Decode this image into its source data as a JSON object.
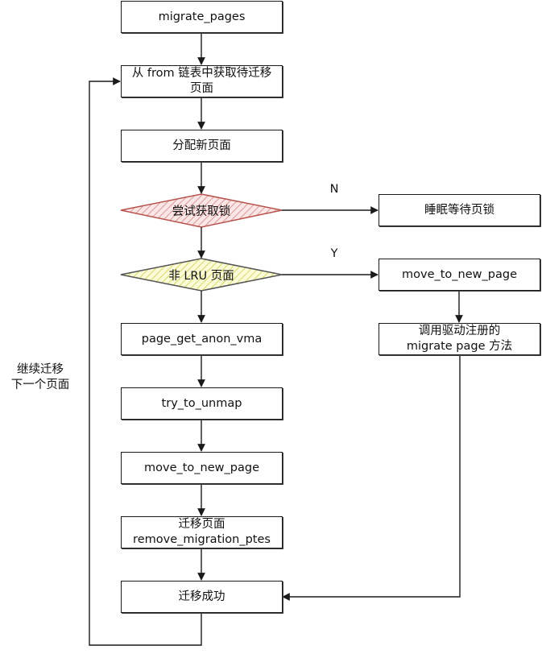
{
  "nodes": {
    "migrate_pages": "migrate_pages",
    "get_from_list": "从 from 链表中获取待迁移\n页面",
    "alloc_new_page": "分配新页面",
    "try_lock": "尝试获取锁",
    "sleep_wait_lock": "睡眠等待页锁",
    "non_lru": "非 LRU 页面",
    "move_to_new_page_right": "move_to_new_page",
    "call_driver_method": "调用驱动注册的\nmigrate page 方法",
    "page_get_anon_vma": "page_get_anon_vma",
    "try_to_unmap": "try_to_unmap",
    "move_to_new_page": "move_to_new_page",
    "migrate_remove_ptes": "迁移页面\nremove_migration_ptes",
    "migrate_success": "迁移成功"
  },
  "edge_labels": {
    "no": "N",
    "yes": "Y",
    "loop": "继续迁移\n下一个页面"
  },
  "colors": {
    "line": "#1a1a1a",
    "lock_fill": "#f4c7c7",
    "lock_stroke": "#b85450",
    "lru_fill": "#f3f3b0",
    "lru_stroke": "#555555"
  }
}
